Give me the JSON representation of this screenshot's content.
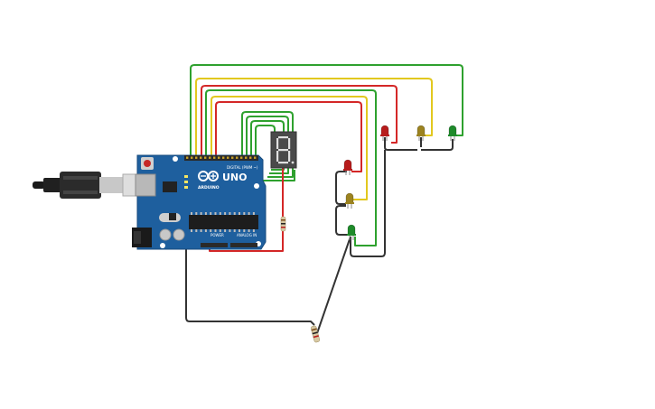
{
  "board": {
    "logo_text": "UNO",
    "brand_text": "ARDUINO",
    "digital_header_label": "DIGITAL (PWM ~)",
    "power_header_label": "POWER",
    "analog_header_label": "ANALOG IN"
  },
  "seven_segment": {
    "digit": "8."
  },
  "colors": {
    "board": "#1e5f9e",
    "wire_green": "#2ea12e",
    "wire_yellow": "#e2c81f",
    "wire_red": "#d42727",
    "wire_black": "#333333",
    "led_red": "#b71c1c",
    "led_yellow": "#9c8320",
    "led_green": "#1e8a2a"
  },
  "leds": [
    {
      "color": "red"
    },
    {
      "color": "yellow"
    },
    {
      "color": "green"
    },
    {
      "color": "red"
    },
    {
      "color": "yellow"
    },
    {
      "color": "green"
    }
  ],
  "components": {
    "usb_cable": "usb-cable",
    "resistor_count": 2
  }
}
